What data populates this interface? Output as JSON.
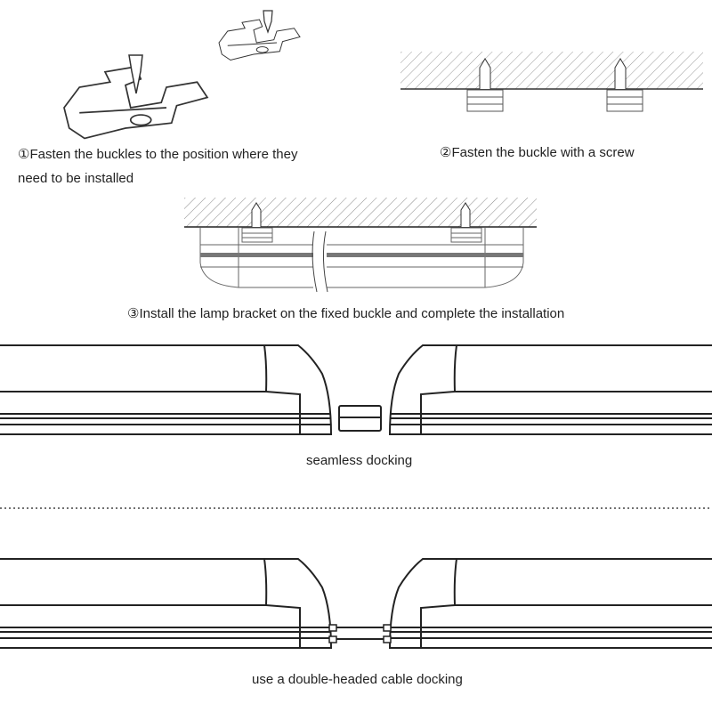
{
  "step1": {
    "line1": "①Fasten the buckles to the position where they",
    "line2": "need to be installed"
  },
  "step2": {
    "caption": "②Fasten the buckle with a screw"
  },
  "step3": {
    "caption": "③Install the lamp bracket on the fixed buckle and complete the installation"
  },
  "docking1": {
    "caption": "seamless docking"
  },
  "docking2": {
    "caption": "use a double-headed cable docking"
  }
}
